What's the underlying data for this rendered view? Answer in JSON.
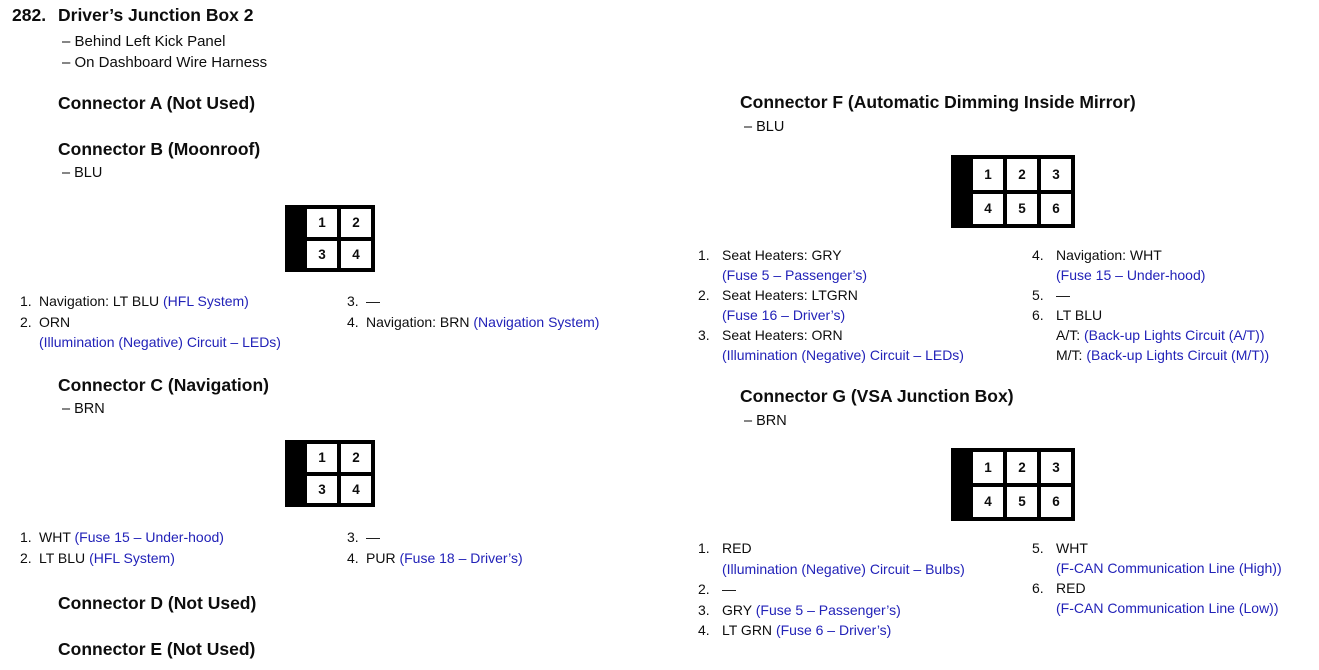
{
  "page": {
    "number": "282.",
    "title": "Driver’s Junction Box 2",
    "location1": "– Behind Left Kick Panel",
    "location2": "– On Dashboard Wire Harness"
  },
  "colors": {
    "circuit_link_blue": "#2222b8",
    "text_black": "#0d0d0d",
    "connector_frame_black": "#000000"
  },
  "connector_a": {
    "title": "Connector A (Not Used)"
  },
  "connector_b": {
    "title": "Connector B (Moonroof)",
    "wire_color": "– BLU",
    "pins": {
      "p1": "1",
      "p2": "2",
      "p3": "3",
      "p4": "4"
    },
    "col1": {
      "l1": {
        "n": "1.",
        "t": "Navigation: LT BLU ",
        "b": "(HFL System)"
      },
      "l2": {
        "n": "2.",
        "t": "ORN"
      },
      "l3": {
        "b": "(Illumination (Negative) Circuit – LEDs)"
      }
    },
    "col2": {
      "l1": {
        "n": "3.",
        "t": "—"
      },
      "l2": {
        "n": "4.",
        "t": "Navigation: BRN ",
        "b": "(Navigation System)"
      }
    }
  },
  "connector_c": {
    "title": "Connector C (Navigation)",
    "wire_color": "– BRN",
    "pins": {
      "p1": "1",
      "p2": "2",
      "p3": "3",
      "p4": "4"
    },
    "col1": {
      "l1": {
        "n": "1.",
        "t": "WHT ",
        "b": "(Fuse 15 – Under-hood)"
      },
      "l2": {
        "n": "2.",
        "t": "LT BLU ",
        "b": "(HFL System)"
      }
    },
    "col2": {
      "l1": {
        "n": "3.",
        "t": "—"
      },
      "l2": {
        "n": "4.",
        "t": "PUR ",
        "b": "(Fuse 18 – Driver’s)"
      }
    }
  },
  "connector_d": {
    "title": "Connector D (Not Used)"
  },
  "connector_e": {
    "title": "Connector E (Not Used)"
  },
  "connector_f": {
    "title": "Connector F (Automatic Dimming Inside Mirror)",
    "wire_color": "– BLU",
    "pins": {
      "p1": "1",
      "p2": "2",
      "p3": "3",
      "p4": "4",
      "p5": "5",
      "p6": "6"
    },
    "col1": {
      "l1": {
        "n": "1.",
        "t": "Seat Heaters: GRY"
      },
      "l2": {
        "b": "(Fuse 5 – Passenger’s)"
      },
      "l3": {
        "n": "2.",
        "t": "Seat Heaters: LTGRN"
      },
      "l4": {
        "b": "(Fuse 16 – Driver’s)"
      },
      "l5": {
        "n": "3.",
        "t": "Seat Heaters: ORN"
      },
      "l6": {
        "b": "(Illumination (Negative) Circuit – LEDs)"
      }
    },
    "col2": {
      "l1": {
        "n": "4.",
        "t": "Navigation: WHT"
      },
      "l2": {
        "b": "(Fuse 15 – Under-hood)"
      },
      "l3": {
        "n": "5.",
        "t": "—"
      },
      "l4": {
        "n": "6.",
        "t": "LT BLU"
      },
      "l5": {
        "pre": "A/T: ",
        "b": "(Back-up Lights Circuit (A/T))"
      },
      "l6": {
        "pre": "M/T: ",
        "b": "(Back-up Lights Circuit (M/T))"
      }
    }
  },
  "connector_g": {
    "title": "Connector G (VSA Junction Box)",
    "wire_color": "– BRN",
    "pins": {
      "p1": "1",
      "p2": "2",
      "p3": "3",
      "p4": "4",
      "p5": "5",
      "p6": "6"
    },
    "col1": {
      "l1": {
        "n": "1.",
        "t": "RED"
      },
      "l2": {
        "b": "(Illumination (Negative) Circuit – Bulbs)"
      },
      "l3": {
        "n": "2.",
        "t": "—"
      },
      "l4": {
        "n": "3.",
        "t": "GRY ",
        "b": "(Fuse 5 – Passenger’s)"
      },
      "l5": {
        "n": "4.",
        "t": "LT GRN ",
        "b": "(Fuse 6 – Driver’s)"
      }
    },
    "col2": {
      "l1": {
        "n": "5.",
        "t": "WHT"
      },
      "l2": {
        "b": "(F-CAN Communication Line (High))"
      },
      "l3": {
        "n": "6.",
        "t": "RED"
      },
      "l4": {
        "b": "(F-CAN Communication Line (Low))"
      }
    }
  }
}
